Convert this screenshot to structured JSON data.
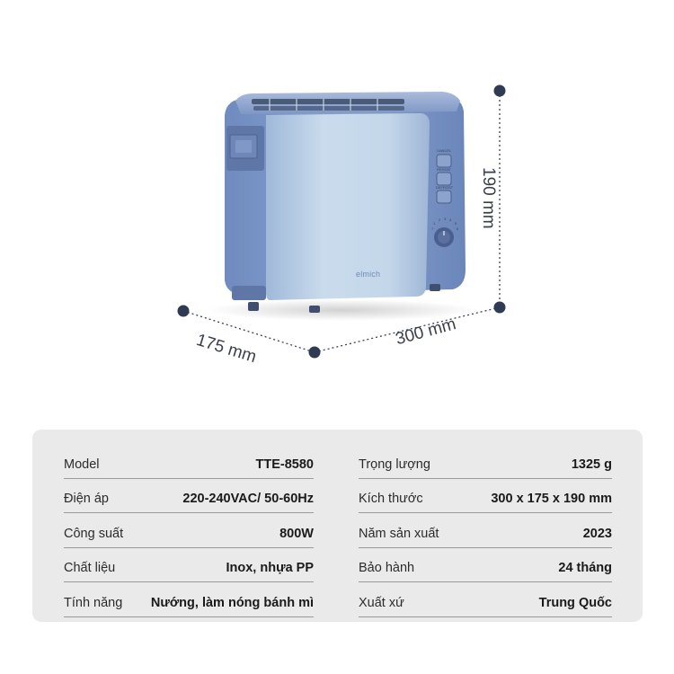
{
  "dimensions": {
    "depth": "175 mm",
    "width": "300 mm",
    "height": "190 mm"
  },
  "product": {
    "brand": "elmich",
    "button_labels": [
      "CANCEL",
      "REHEAT",
      "DEFROST"
    ],
    "dial_marks": [
      "1",
      "2",
      "3",
      "4",
      "5",
      "6",
      "7"
    ]
  },
  "colors": {
    "panel_bg": "#eaeaea",
    "toaster_blue": "#7e99c9",
    "toaster_front": "#c2d6e9",
    "dim_dot": "#2f3b52"
  },
  "specs_left": [
    {
      "label": "Model",
      "value": "TTE-8580"
    },
    {
      "label": "Điện áp",
      "value": "220-240VAC/ 50-60Hz"
    },
    {
      "label": "Công suất",
      "value": "800W"
    },
    {
      "label": "Chất liệu",
      "value": "Inox, nhựa PP"
    },
    {
      "label": "Tính năng",
      "value": "Nướng, làm nóng bánh mì"
    }
  ],
  "specs_right": [
    {
      "label": "Trọng lượng",
      "value": "1325 g"
    },
    {
      "label": "Kích thước",
      "value": "300 x 175 x 190 mm"
    },
    {
      "label": "Năm sản xuất",
      "value": "2023"
    },
    {
      "label": "Bảo hành",
      "value": "24 tháng"
    },
    {
      "label": "Xuất xứ",
      "value": "Trung Quốc"
    }
  ]
}
